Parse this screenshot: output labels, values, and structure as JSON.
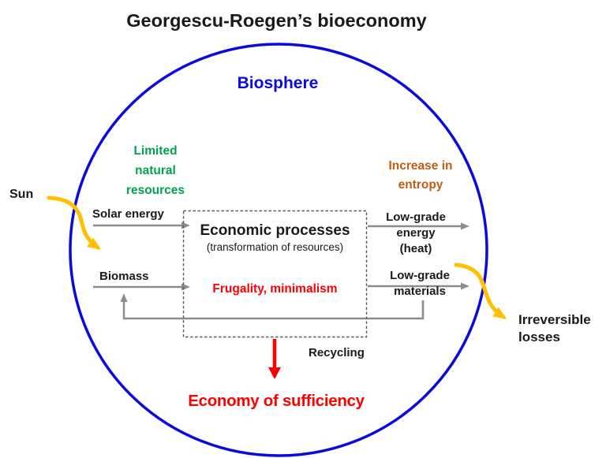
{
  "colors": {
    "circle_blue": "#0a0ae0",
    "biosphere_text": "#0a0ae0",
    "green": "#00a14e",
    "orange": "#c55a11",
    "red": "#fe0000",
    "arrow_gray": "#8c8c8c",
    "box_border_gray": "#595959",
    "yellow": "#ffc000",
    "text_black": "#1a1a1a"
  },
  "title": "Georgescu-Roegen’s bioeconomy",
  "biosphere": {
    "label": "Biosphere"
  },
  "sun": {
    "label": "Sun"
  },
  "inputs": {
    "heading": {
      "lines": [
        "Limited",
        "natural",
        "resources"
      ]
    },
    "solar": {
      "label": "Solar energy"
    },
    "biomass": {
      "label": "Biomass"
    }
  },
  "process_box": {
    "title": "Economic processes",
    "subtitle": "(transformation of resources)",
    "principle": "Frugality, minimalism"
  },
  "outputs": {
    "heading": {
      "lines": [
        "Increase in",
        "entropy"
      ]
    },
    "energy": {
      "lines": [
        "Low-grade",
        "energy",
        "(heat)"
      ]
    },
    "materials": {
      "lines": [
        "Low-grade",
        "materials"
      ]
    }
  },
  "losses": {
    "lines": [
      "Irreversible",
      "losses"
    ]
  },
  "recycling": {
    "label": "Recycling"
  },
  "sufficiency": {
    "label": "Economy of sufficiency"
  }
}
